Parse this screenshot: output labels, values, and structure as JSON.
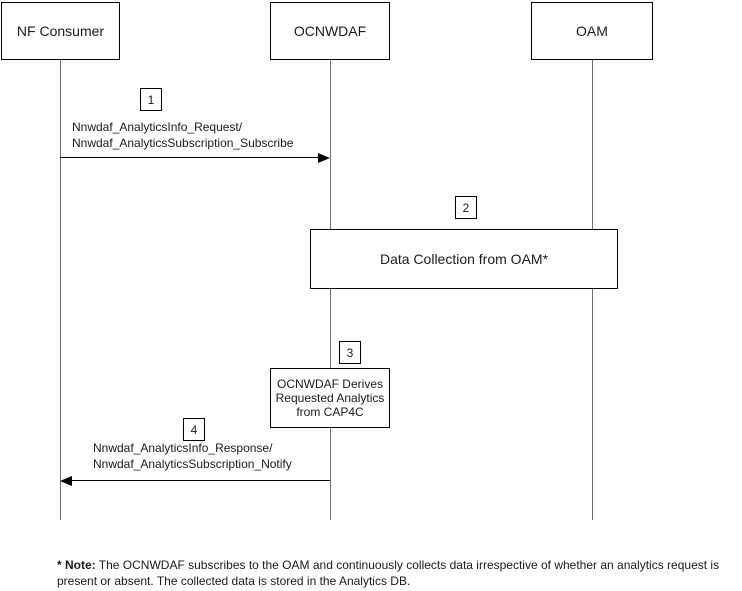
{
  "diagram": {
    "actors": [
      {
        "label": "NF Consumer"
      },
      {
        "label": "OCNWDAF"
      },
      {
        "label": "OAM"
      }
    ],
    "steps": [
      {
        "num": "1",
        "lines": [
          "Nnwdaf_AnalyticsInfo_Request/",
          "Nnwdaf_AnalyticsSubscription_Subscribe"
        ]
      },
      {
        "num": "2",
        "lines": [
          "Data Collection from OAM*"
        ]
      },
      {
        "num": "3",
        "lines": [
          "OCNWDAF Derives",
          "Requested Analytics",
          "from CAP4C"
        ]
      },
      {
        "num": "4",
        "lines": [
          "Nnwdaf_AnalyticsInfo_Response/",
          "Nnwdaf_AnalyticsSubscription_Notify"
        ]
      }
    ],
    "note": {
      "prefix": "* Note:",
      "text": "The OCNWDAF  subscribes to the OAM and continuously collects data irrespective of whether an analytics request is present or absent. The collected data is stored in the Analytics DB."
    },
    "colors": {
      "line": "#000000",
      "lifeline": "#707070",
      "background": "#ffffff"
    }
  }
}
